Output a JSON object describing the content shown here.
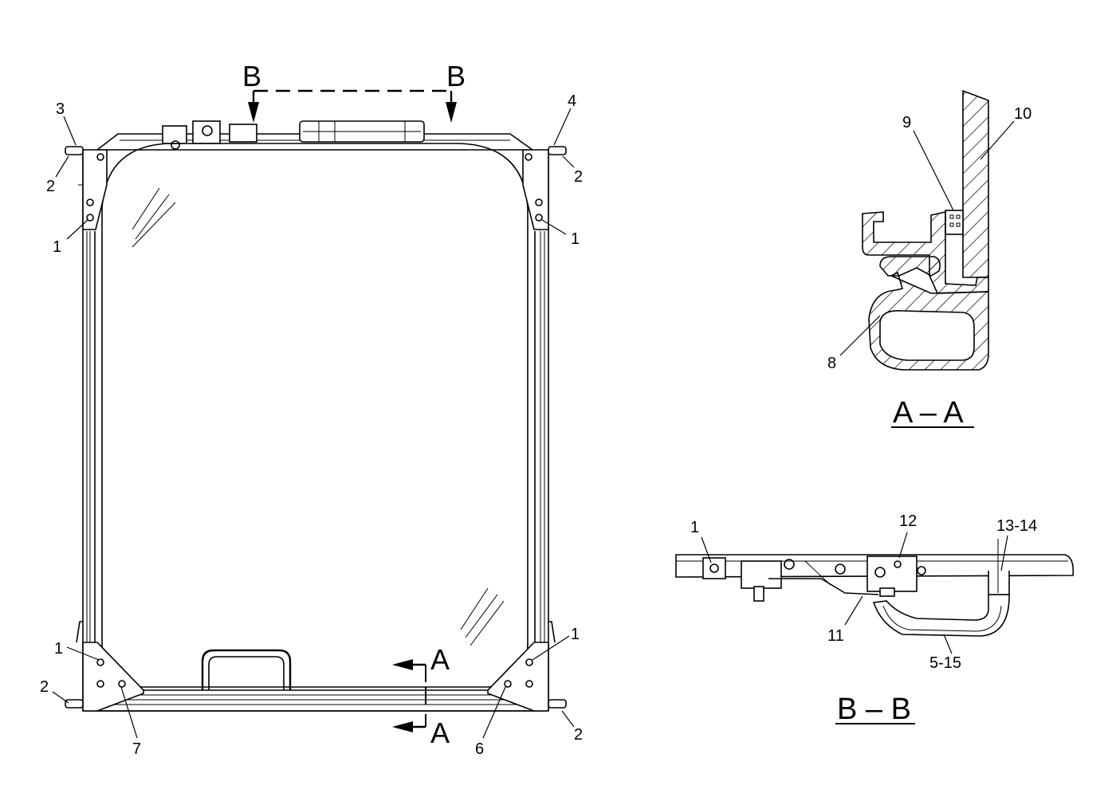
{
  "main_view": {
    "section_marker_top": "B",
    "section_marker_bottom": "A",
    "callouts": [
      {
        "id": "c3",
        "text": "3"
      },
      {
        "id": "c4",
        "text": "4"
      },
      {
        "id": "c2_tl",
        "text": "2"
      },
      {
        "id": "c2_tr",
        "text": "2"
      },
      {
        "id": "c1_tl",
        "text": "1"
      },
      {
        "id": "c1_tr",
        "text": "1"
      },
      {
        "id": "c1_bl",
        "text": "1"
      },
      {
        "id": "c1_br",
        "text": "1"
      },
      {
        "id": "c2_bl",
        "text": "2"
      },
      {
        "id": "c2_br",
        "text": "2"
      },
      {
        "id": "c7",
        "text": "7"
      },
      {
        "id": "c6",
        "text": "6"
      }
    ]
  },
  "section_aa": {
    "title": "A – A",
    "callouts": [
      {
        "id": "c9",
        "text": "9"
      },
      {
        "id": "c10",
        "text": "10"
      },
      {
        "id": "c8",
        "text": "8"
      }
    ]
  },
  "section_bb": {
    "title": "B – B",
    "callouts": [
      {
        "id": "c1",
        "text": "1"
      },
      {
        "id": "c12",
        "text": "12"
      },
      {
        "id": "c13_14",
        "text": "13-14"
      },
      {
        "id": "c11",
        "text": "11"
      },
      {
        "id": "c5_15",
        "text": "5-15"
      }
    ]
  }
}
